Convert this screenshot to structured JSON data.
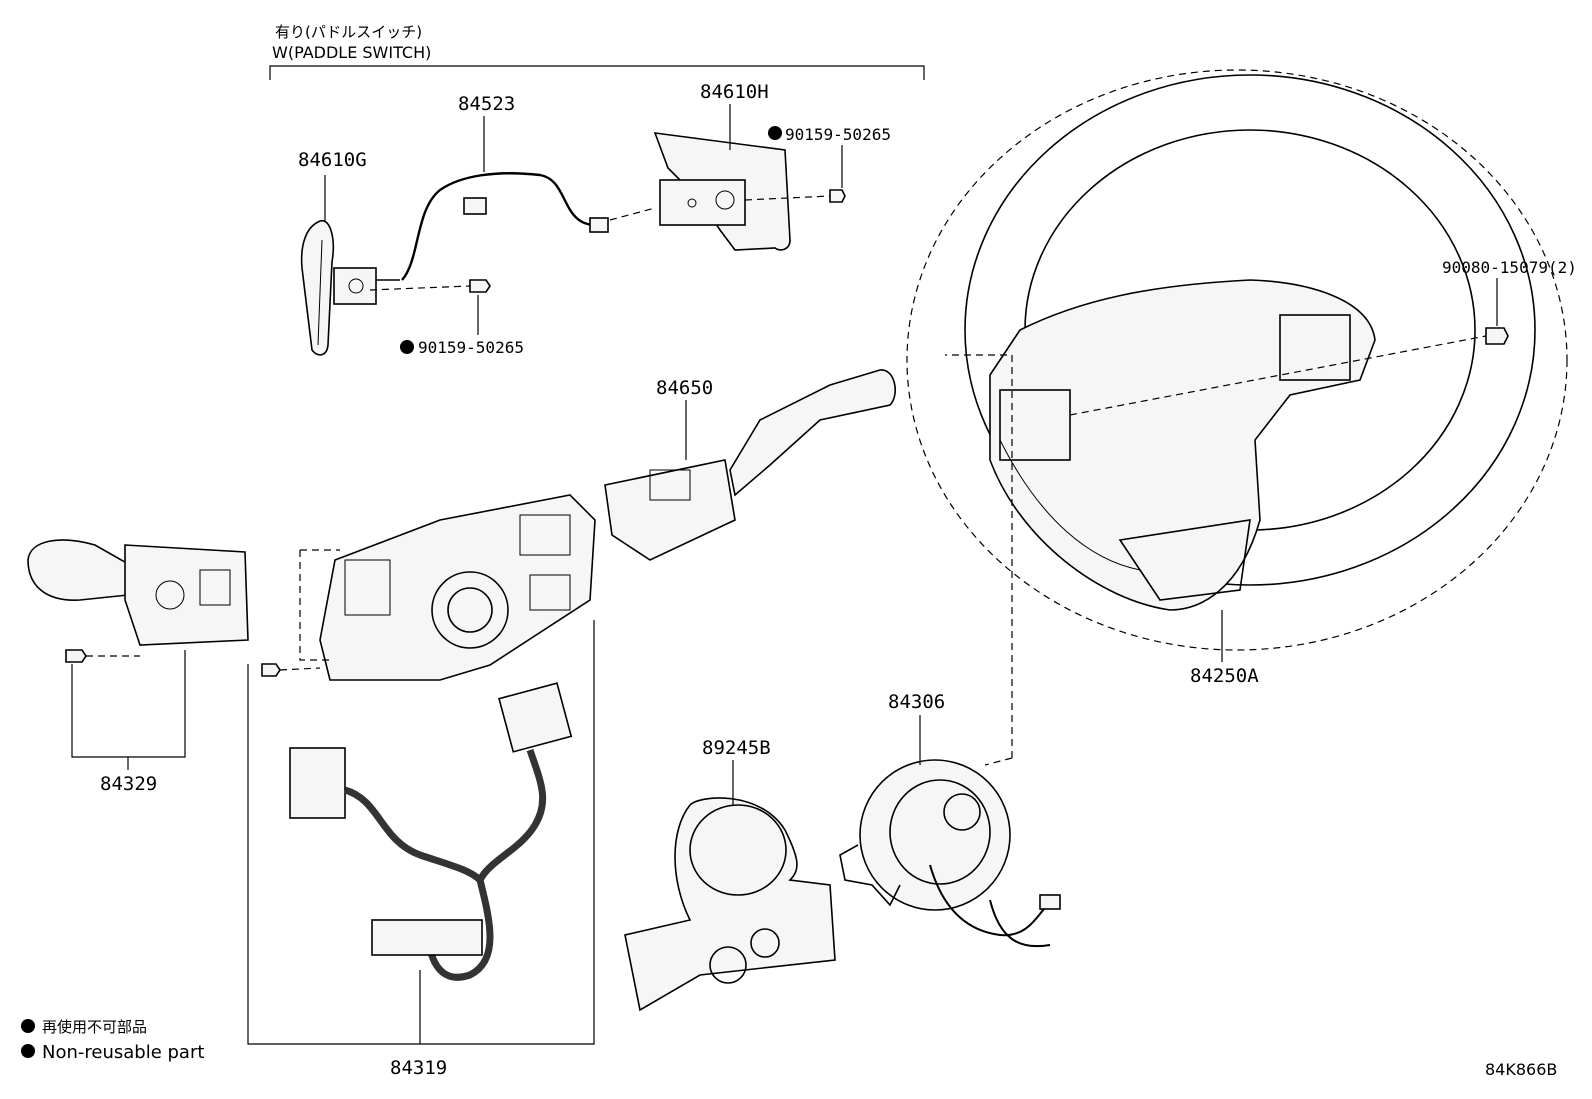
{
  "group_header": {
    "line1": "有り(パドルスイッチ)",
    "line2": "W(PADDLE SWITCH)"
  },
  "parts": {
    "p84610G": "84610G",
    "p84523": "84523",
    "p84610H": "84610H",
    "p90159_top": "90159-50265",
    "p90159_left": "90159-50265",
    "p90080": "90080-15079(2)",
    "p84650": "84650",
    "p84250A": "84250A",
    "p84306": "84306",
    "p89245B": "89245B",
    "p84329": "84329",
    "p84319": "84319"
  },
  "legend": {
    "jp": "再使用不可部品",
    "en": "Non-reusable part"
  },
  "diagram_id": "84K866B"
}
